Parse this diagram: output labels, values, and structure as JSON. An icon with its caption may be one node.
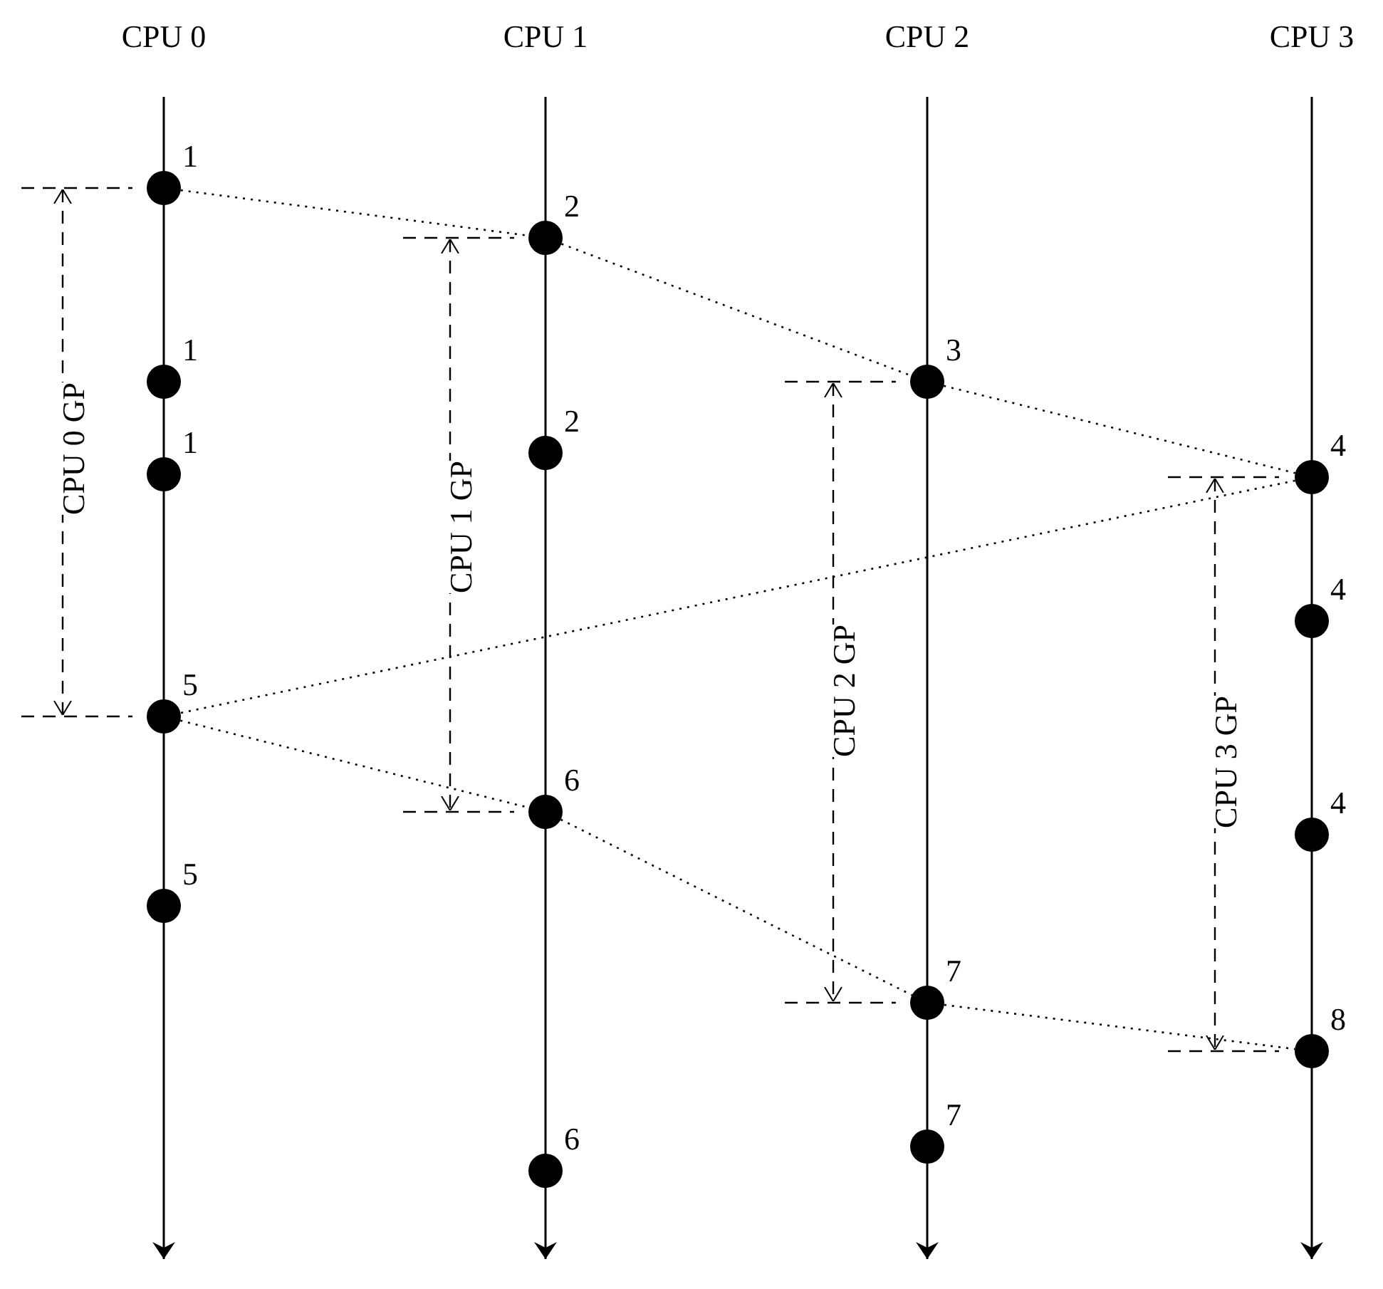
{
  "diagram": {
    "nodes": [
      {
        "text": [],
        "shape": "circle",
        "beside": [
          "1"
        ]
      },
      {
        "text": [],
        "shape": "circle",
        "beside": [
          "2"
        ]
      },
      {
        "text": [],
        "shape": "circle",
        "beside": [
          "1"
        ]
      },
      {
        "text": [],
        "shape": "circle",
        "beside": [
          "3"
        ]
      },
      {
        "text": [],
        "shape": "circle",
        "beside": [
          "2"
        ]
      },
      {
        "text": [],
        "shape": "circle",
        "beside": [
          "1"
        ]
      },
      {
        "text": [],
        "shape": "circle",
        "beside": [
          "4"
        ]
      },
      {
        "text": [],
        "shape": "circle",
        "beside": [
          "4"
        ]
      },
      {
        "text": [],
        "shape": "circle",
        "beside": [
          "5"
        ]
      },
      {
        "text": [],
        "shape": "circle",
        "beside": [
          "6"
        ]
      },
      {
        "text": [],
        "shape": "circle",
        "beside": [
          "4"
        ]
      },
      {
        "text": [],
        "shape": "circle",
        "beside": [
          "5"
        ]
      },
      {
        "text": [],
        "shape": "circle",
        "beside": [
          "7"
        ]
      },
      {
        "text": [],
        "shape": "circle",
        "beside": [
          "8"
        ]
      },
      {
        "text": [],
        "shape": "circle",
        "beside": [
          "7"
        ]
      },
      {
        "text": [],
        "shape": "circle",
        "beside": [
          "6"
        ]
      }
    ],
    "edges": [
      {
        "from": 0,
        "to": 1,
        "arrow": "none"
      },
      {
        "from": 1,
        "to": 3,
        "arrow": "none"
      },
      {
        "from": 3,
        "to": 6,
        "arrow": "none"
      },
      {
        "from": 6,
        "to": 8,
        "arrow": "none"
      },
      {
        "from": 8,
        "to": 9,
        "arrow": "none"
      },
      {
        "from": 9,
        "to": 12,
        "arrow": "none"
      },
      {
        "from": 12,
        "to": 13,
        "arrow": "none"
      }
    ],
    "labels": [
      "CPU 0",
      "CPU 1",
      "CPU 2",
      "CPU 3",
      "CPU 0 GP",
      "CPU 1 GP",
      "CPU 2 GP",
      "CPU 3 GP"
    ]
  }
}
